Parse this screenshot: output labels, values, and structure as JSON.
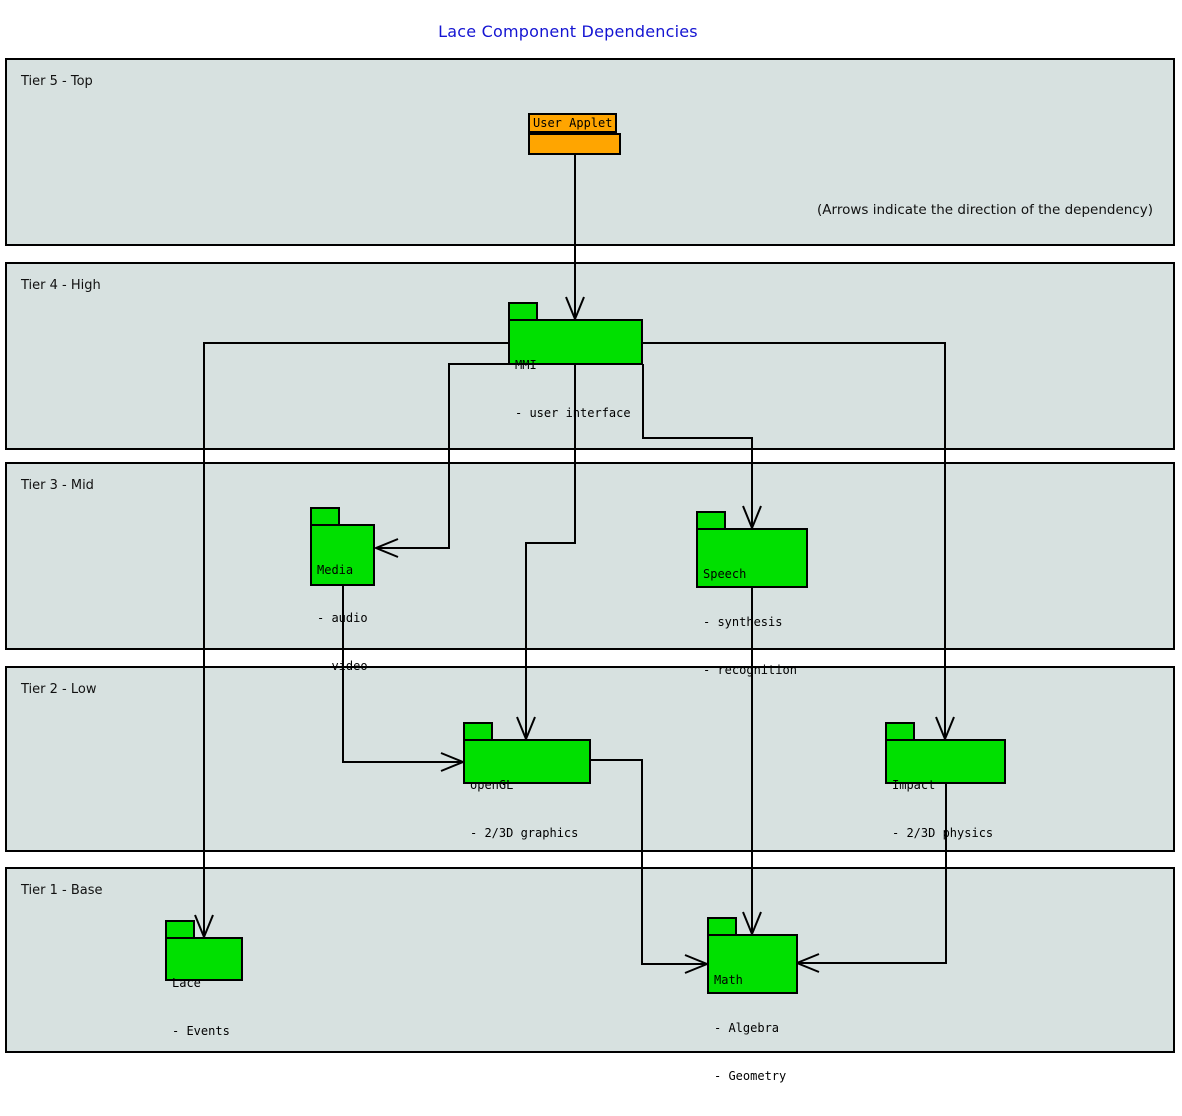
{
  "title": "Lace Component Dependencies",
  "note": "(Arrows indicate the direction of the dependency)",
  "tiers": [
    {
      "label": "Tier 5 - Top"
    },
    {
      "label": "Tier 4 - High"
    },
    {
      "label": "Tier 3 - Mid"
    },
    {
      "label": "Tier 2 - Low"
    },
    {
      "label": "Tier 1 - Base"
    }
  ],
  "components": {
    "user_applet": {
      "name": "User Applet"
    },
    "mmi": {
      "name": "MMI",
      "lines": [
        "- user interface"
      ]
    },
    "media": {
      "name": "Media",
      "lines": [
        "- audio",
        "- video"
      ]
    },
    "speech": {
      "name": "Speech",
      "lines": [
        "- synthesis",
        "- recognition"
      ]
    },
    "opengl": {
      "name": "openGL",
      "lines": [
        "- 2/3D graphics"
      ]
    },
    "impact": {
      "name": "Impact",
      "lines": [
        "- 2/3D physics"
      ]
    },
    "lace": {
      "name": "Lace",
      "lines": [
        "- Events"
      ]
    },
    "math": {
      "name": "Math",
      "lines": [
        "- Algebra",
        "- Geometry"
      ]
    }
  },
  "colors": {
    "component-green": "#00e000",
    "applet-orange": "#ffa500",
    "tier-fill": "#d7e1e0",
    "title-blue": "#1414d2"
  }
}
